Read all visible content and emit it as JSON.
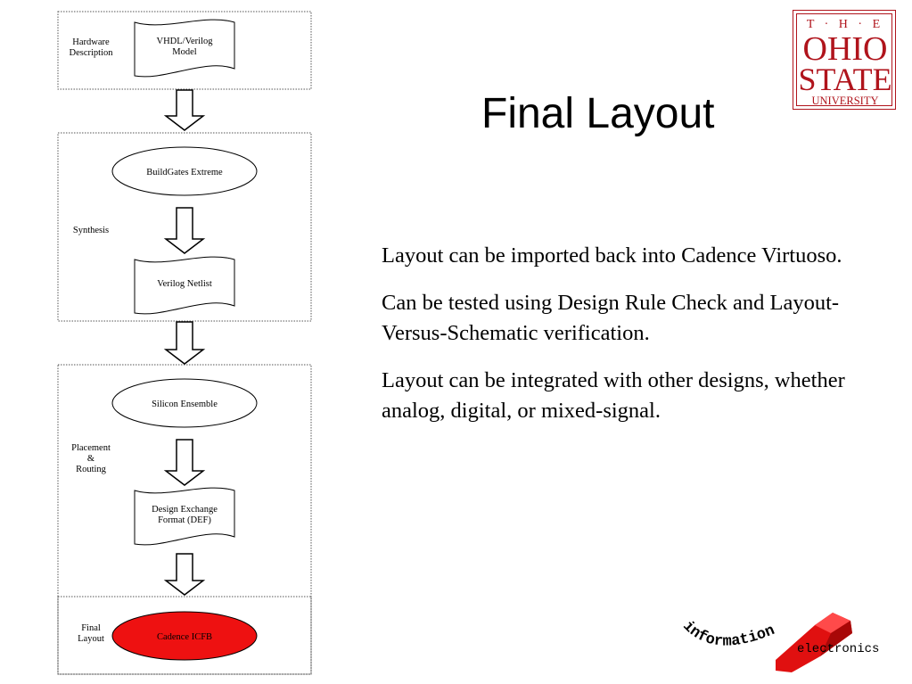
{
  "slide": {
    "title": "Final Layout",
    "paragraphs": [
      "Layout can be imported back into Cadence Virtuoso.",
      "Can be tested using Design Rule Check and Layout-Versus-Schematic verification.",
      "Layout can be integrated with other designs, whether analog, digital, or mixed-signal."
    ]
  },
  "flow": {
    "stages": [
      {
        "label": [
          "Hardware",
          "Description"
        ],
        "nodes": [
          {
            "shape": "document",
            "text": [
              "VHDL/Verilog",
              "Model"
            ]
          }
        ]
      },
      {
        "label": [
          "Synthesis"
        ],
        "nodes": [
          {
            "shape": "ellipse",
            "text": [
              "BuildGates Extreme"
            ]
          },
          {
            "shape": "document",
            "text": [
              "Verilog Netlist"
            ]
          }
        ]
      },
      {
        "label": [
          "Placement",
          "&",
          "Routing"
        ],
        "nodes": [
          {
            "shape": "ellipse",
            "text": [
              "Silicon Ensemble"
            ]
          },
          {
            "shape": "document",
            "text": [
              "Design Exchange",
              "Format (DEF)"
            ]
          }
        ]
      },
      {
        "label": [
          "Final",
          "Layout"
        ],
        "nodes": [
          {
            "shape": "ellipse",
            "text": [
              "Cadence ICFB"
            ],
            "fill": "#ee1111"
          }
        ]
      }
    ]
  },
  "logos": {
    "osu": {
      "line1": "T · H · E",
      "line2": "OHIO",
      "line3": "STATE",
      "line4": "UNIVERSITY",
      "color": "#b0141c"
    },
    "info": {
      "word1": "information",
      "word2": "electronics",
      "color": "#e01010"
    }
  }
}
